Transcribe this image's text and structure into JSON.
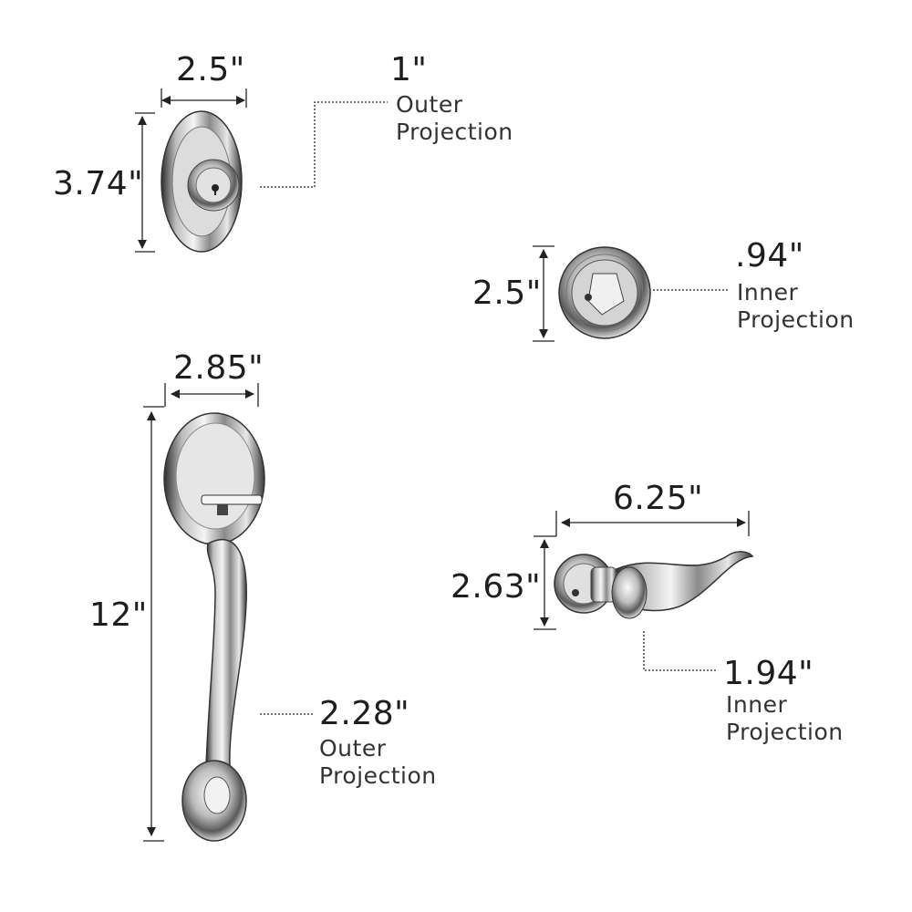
{
  "title": "Lock set dimensions",
  "deadbolt_exterior": {
    "width": "2.5\"",
    "height": "3.74\"",
    "projection": "1\"",
    "projection_label": "Outer Projection"
  },
  "deadbolt_interior": {
    "height": "2.5\"",
    "projection": ".94\"",
    "projection_label": "Inner Projection"
  },
  "handleset": {
    "width": "2.85\"",
    "height": "12\"",
    "projection": "2.28\"",
    "projection_label": "Outer Projection"
  },
  "lever": {
    "width": "6.25\"",
    "height": "2.63\"",
    "projection": "1.94\"",
    "projection_label": "Inner Projection"
  },
  "colors": {
    "text": "#1e1e1e",
    "line": "#222222",
    "chrome_dark": "#3a3a3a",
    "chrome_light": "#f2f2f2"
  }
}
